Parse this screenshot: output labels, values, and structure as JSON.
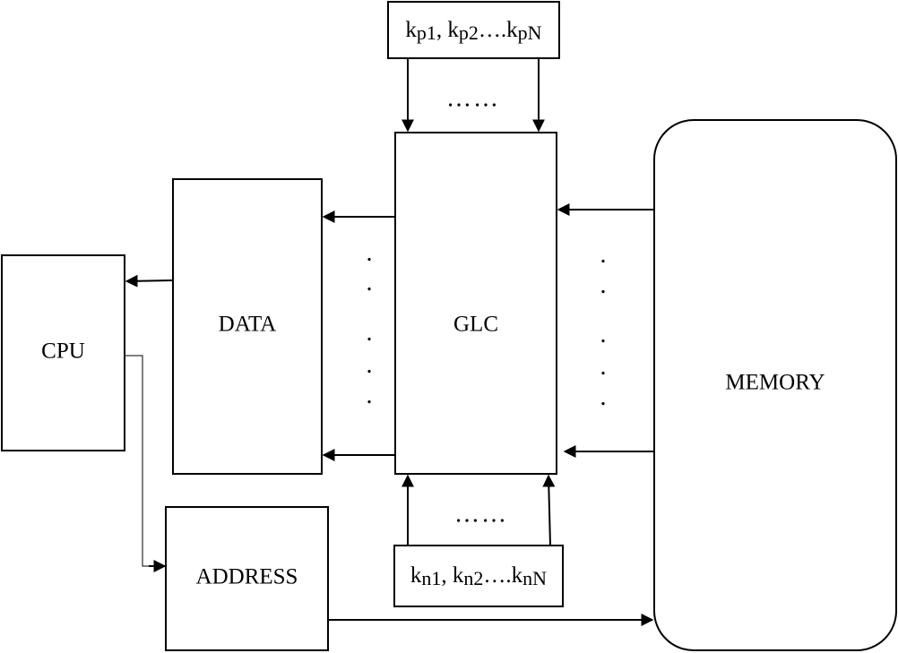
{
  "blocks": {
    "cpu": "CPU",
    "data": "DATA",
    "glc": "GLC",
    "memory": "MEMORY",
    "address": "ADDRESS"
  },
  "top_inputs": {
    "k": "k",
    "p1": "p1",
    "sep1": ", ",
    "p2": "p2",
    "ellipsis": "….",
    "pN": "pN"
  },
  "bottom_inputs": {
    "k": "k",
    "n1": "n1",
    "sep1": ", ",
    "n2": "n2",
    "ellipsis": "….",
    "nN": "nN"
  },
  "ellipses": {
    "horizontal": "……",
    "vertical_dot": "."
  }
}
